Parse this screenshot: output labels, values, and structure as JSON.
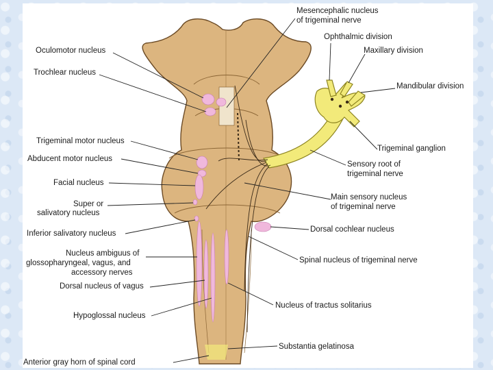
{
  "labels": {
    "mesencephalic": [
      "Mesencephalic nucleus",
      "of trigeminal nerve"
    ],
    "ophthalmic": "Ophthalmic division",
    "maxillary": "Maxillary division",
    "mandibular": "Mandibular division",
    "oculomotor": "Oculomotor nucleus",
    "trochlear": "Trochlear nucleus",
    "trigeminal_motor": "Trigeminal motor nucleus",
    "abducent": "Abducent motor nucleus",
    "facial": "Facial nucleus",
    "superior_salivatory": [
      "Super or",
      "salivatory nucleus"
    ],
    "inferior_salivatory": "Inferior salivatory nucleus",
    "ambiguus": [
      "Nucleus ambiguus of",
      "glossopharyngeal, vagus, and",
      "accessory nerves"
    ],
    "dorsal_vagus": "Dorsal nucleus of vagus",
    "hypoglossal": "Hypoglossal nucleus",
    "anterior_gray": "Anterior gray horn of spinal cord",
    "trigeminal_ganglion": "Trigeminal ganglion",
    "sensory_root": [
      "Sensory root of",
      "trigeminal nerve"
    ],
    "main_sensory": [
      "Main sensory nucleus",
      "of trigeminal nerve"
    ],
    "dorsal_cochlear": "Dorsal cochlear nucleus",
    "spinal_nucleus": "Spinal nucleus of trigeminal nerve",
    "tractus_solitarius": "Nucleus of tractus solitarius",
    "substantia": "Substantia gelatinosa"
  },
  "colors": {
    "brainstem": "#dcb57f",
    "nerve": "#f2ea7a",
    "nuclei": "#f0b8dc",
    "background": "#dce8f6"
  }
}
